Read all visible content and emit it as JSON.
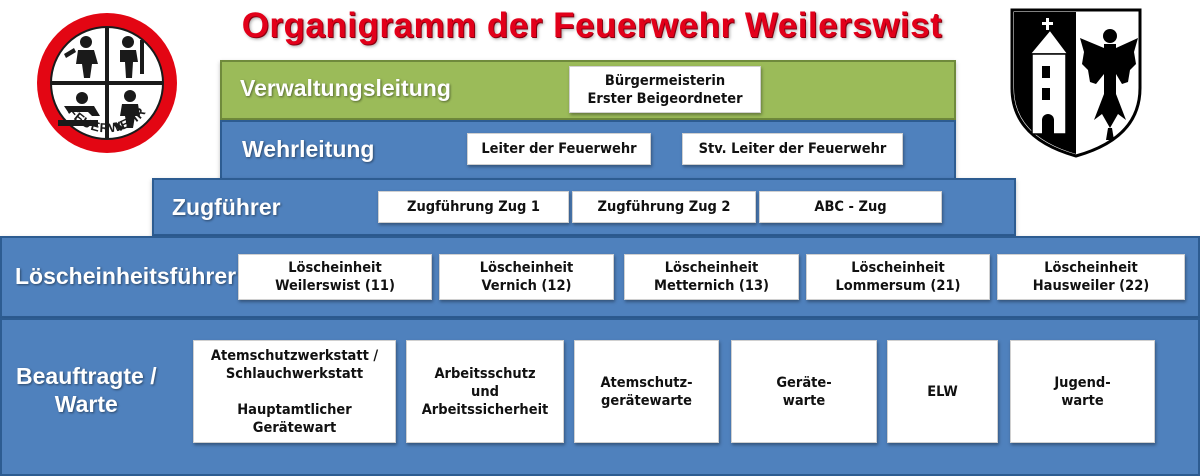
{
  "title": "Organigramm der Feuerwehr Weilerswist",
  "logo": {
    "ring_text": "FEUERWEHR",
    "colors": {
      "ring": "#e30613",
      "figures": "#1a1a1a"
    }
  },
  "crest": {
    "colors": {
      "left_field": "#000000",
      "right_field": "#ffffff",
      "tower": "#ffffff",
      "eagle": "#000000"
    }
  },
  "colors": {
    "title": "#e2001a",
    "green_band": "#9bbb59",
    "blue_band": "#4f81bd"
  },
  "levels": [
    {
      "label": "Verwaltungsleitung",
      "boxes": [
        "Bürgermeisterin\nErster Beigeordneter"
      ]
    },
    {
      "label": "Wehrleitung",
      "boxes": [
        "Leiter der Feuerwehr",
        "Stv. Leiter der Feuerwehr"
      ]
    },
    {
      "label": "Zugführer",
      "boxes": [
        "Zugführung Zug 1",
        "Zugführung Zug 2",
        "ABC - Zug"
      ]
    },
    {
      "label": "Löscheinheitsführer",
      "boxes": [
        "Löscheinheit\nWeilerswist (11)",
        "Löscheinheit\nVernich (12)",
        "Löscheinheit\nMetternich (13)",
        "Löscheinheit\nLommersum (21)",
        "Löscheinheit\nHausweiler (22)"
      ]
    },
    {
      "label": "Beauftragte /\nWarte",
      "boxes": [
        "Atemschutzwerkstatt /\nSchlauchwerkstatt\n\nHauptamtlicher\nGerätewart",
        "Arbeitsschutz\nund\nArbeitssicherheit",
        "Atemschutz-\ngerätewarte",
        "Geräte-\nwarte",
        "ELW",
        "Jugend-\nwarte"
      ]
    }
  ]
}
